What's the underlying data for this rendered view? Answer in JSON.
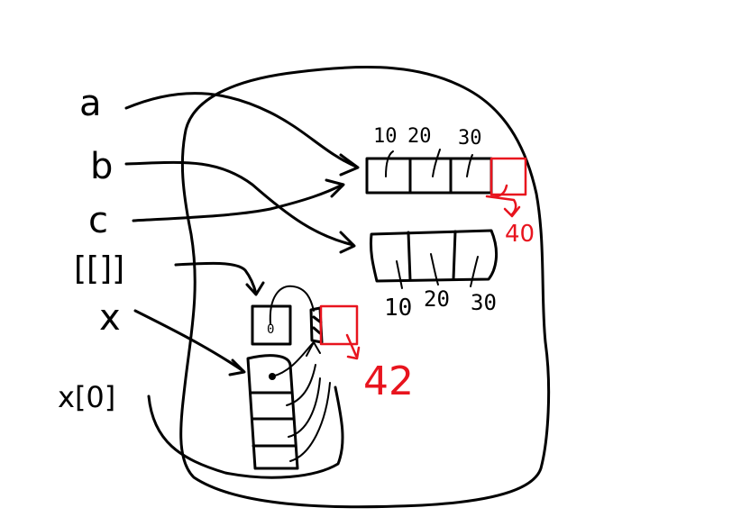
{
  "variables": {
    "a": "a",
    "b": "b",
    "c": "c",
    "list_literal": "[[]]",
    "x": "x",
    "x0": "x[0]"
  },
  "list_top": {
    "values": [
      "10",
      "20",
      "30"
    ],
    "appended": "40"
  },
  "list_mid": {
    "values": [
      "10",
      "20",
      "30"
    ]
  },
  "small_list": {
    "cell": "0",
    "appended": "42"
  },
  "colors": {
    "ink": "#000000",
    "highlight": "#e8141e"
  }
}
